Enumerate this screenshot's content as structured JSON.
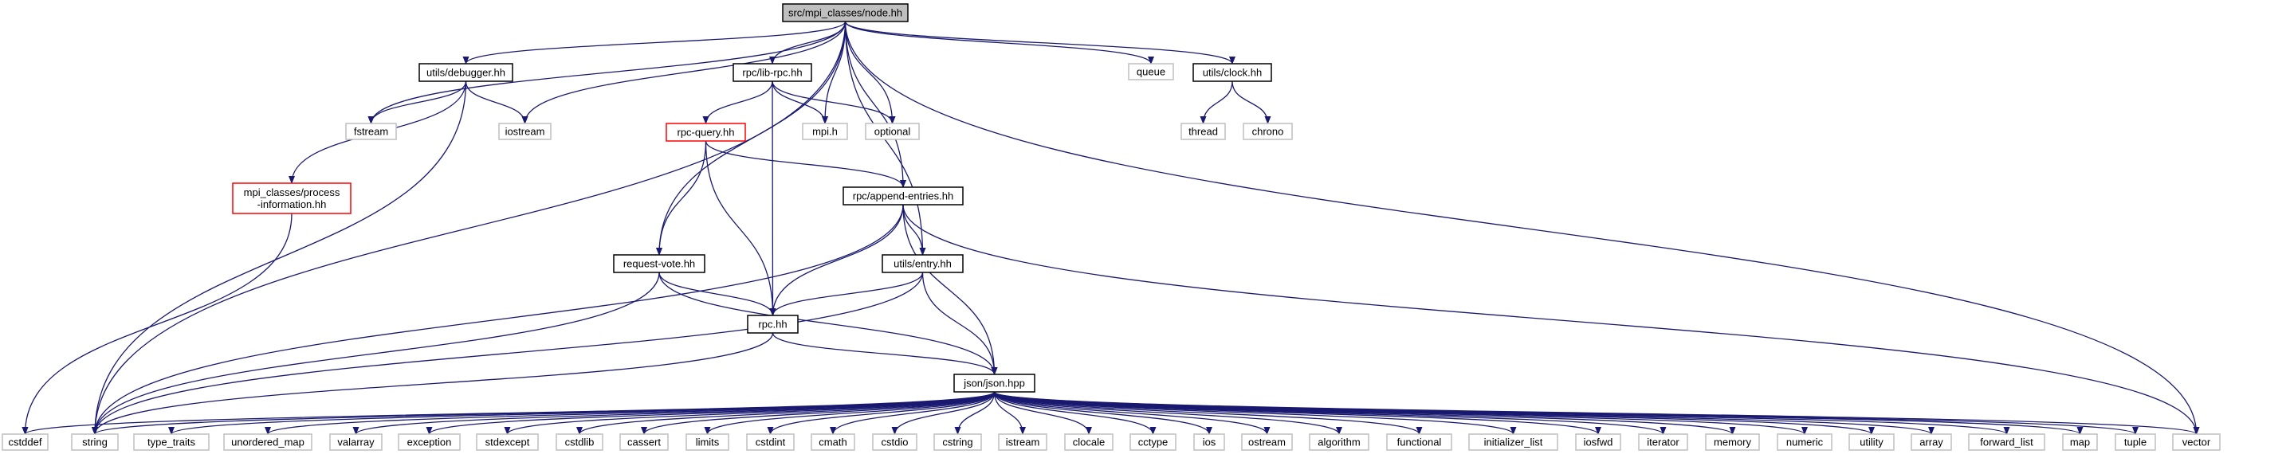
{
  "colors": {
    "edge": "#191970",
    "main_fill": "#bfbfbf",
    "main_stroke": "#000000",
    "normal_stroke": "#000000",
    "truncated_stroke": "#ff0000",
    "external_stroke": "#bfbfbf",
    "text": "#000000"
  },
  "nodes": [
    {
      "id": "node_hh",
      "lines": [
        "src/mpi_classes/node.hh"
      ],
      "kind": "main"
    },
    {
      "id": "fstream",
      "lines": [
        "fstream"
      ],
      "kind": "external"
    },
    {
      "id": "debugger",
      "lines": [
        "utils/debugger.hh"
      ],
      "kind": "normal"
    },
    {
      "id": "iostream",
      "lines": [
        "iostream"
      ],
      "kind": "external"
    },
    {
      "id": "lib_rpc",
      "lines": [
        "rpc/lib-rpc.hh"
      ],
      "kind": "normal"
    },
    {
      "id": "mpi_h",
      "lines": [
        "mpi.h"
      ],
      "kind": "external"
    },
    {
      "id": "optional",
      "lines": [
        "optional"
      ],
      "kind": "external"
    },
    {
      "id": "queue",
      "lines": [
        "queue"
      ],
      "kind": "external"
    },
    {
      "id": "clock",
      "lines": [
        "utils/clock.hh"
      ],
      "kind": "normal"
    },
    {
      "id": "thread",
      "lines": [
        "thread"
      ],
      "kind": "external"
    },
    {
      "id": "chrono",
      "lines": [
        "chrono"
      ],
      "kind": "external"
    },
    {
      "id": "rpc_query",
      "lines": [
        "rpc-query.hh"
      ],
      "kind": "truncated"
    },
    {
      "id": "process_info",
      "lines": [
        "mpi_classes/process",
        "-information.hh"
      ],
      "kind": "truncated"
    },
    {
      "id": "append_entries",
      "lines": [
        "rpc/append-entries.hh"
      ],
      "kind": "normal"
    },
    {
      "id": "request_vote",
      "lines": [
        "request-vote.hh"
      ],
      "kind": "normal"
    },
    {
      "id": "entry",
      "lines": [
        "utils/entry.hh"
      ],
      "kind": "normal"
    },
    {
      "id": "rpc_hh",
      "lines": [
        "rpc.hh"
      ],
      "kind": "normal"
    },
    {
      "id": "json",
      "lines": [
        "json/json.hpp"
      ],
      "kind": "normal"
    },
    {
      "id": "cstddef",
      "lines": [
        "cstddef"
      ],
      "kind": "external"
    },
    {
      "id": "string",
      "lines": [
        "string"
      ],
      "kind": "external"
    },
    {
      "id": "type_traits",
      "lines": [
        "type_traits"
      ],
      "kind": "external"
    },
    {
      "id": "unordered_map",
      "lines": [
        "unordered_map"
      ],
      "kind": "external"
    },
    {
      "id": "valarray",
      "lines": [
        "valarray"
      ],
      "kind": "external"
    },
    {
      "id": "exception",
      "lines": [
        "exception"
      ],
      "kind": "external"
    },
    {
      "id": "stdexcept",
      "lines": [
        "stdexcept"
      ],
      "kind": "external"
    },
    {
      "id": "cstdlib",
      "lines": [
        "cstdlib"
      ],
      "kind": "external"
    },
    {
      "id": "cassert",
      "lines": [
        "cassert"
      ],
      "kind": "external"
    },
    {
      "id": "limits",
      "lines": [
        "limits"
      ],
      "kind": "external"
    },
    {
      "id": "cstdint",
      "lines": [
        "cstdint"
      ],
      "kind": "external"
    },
    {
      "id": "cmath",
      "lines": [
        "cmath"
      ],
      "kind": "external"
    },
    {
      "id": "cstdio",
      "lines": [
        "cstdio"
      ],
      "kind": "external"
    },
    {
      "id": "cstring",
      "lines": [
        "cstring"
      ],
      "kind": "external"
    },
    {
      "id": "istream",
      "lines": [
        "istream"
      ],
      "kind": "external"
    },
    {
      "id": "clocale",
      "lines": [
        "clocale"
      ],
      "kind": "external"
    },
    {
      "id": "cctype",
      "lines": [
        "cctype"
      ],
      "kind": "external"
    },
    {
      "id": "ios",
      "lines": [
        "ios"
      ],
      "kind": "external"
    },
    {
      "id": "ostream",
      "lines": [
        "ostream"
      ],
      "kind": "external"
    },
    {
      "id": "algorithm",
      "lines": [
        "algorithm"
      ],
      "kind": "external"
    },
    {
      "id": "functional",
      "lines": [
        "functional"
      ],
      "kind": "external"
    },
    {
      "id": "initializer_list",
      "lines": [
        "initializer_list"
      ],
      "kind": "external"
    },
    {
      "id": "iosfwd",
      "lines": [
        "iosfwd"
      ],
      "kind": "external"
    },
    {
      "id": "iterator",
      "lines": [
        "iterator"
      ],
      "kind": "external"
    },
    {
      "id": "memory",
      "lines": [
        "memory"
      ],
      "kind": "external"
    },
    {
      "id": "numeric",
      "lines": [
        "numeric"
      ],
      "kind": "external"
    },
    {
      "id": "utility",
      "lines": [
        "utility"
      ],
      "kind": "external"
    },
    {
      "id": "array",
      "lines": [
        "array"
      ],
      "kind": "external"
    },
    {
      "id": "forward_list",
      "lines": [
        "forward_list"
      ],
      "kind": "external"
    },
    {
      "id": "map",
      "lines": [
        "map"
      ],
      "kind": "external"
    },
    {
      "id": "tuple",
      "lines": [
        "tuple"
      ],
      "kind": "external"
    },
    {
      "id": "vector",
      "lines": [
        "vector"
      ],
      "kind": "external"
    }
  ],
  "edges": [
    [
      "node_hh",
      "fstream"
    ],
    [
      "node_hh",
      "debugger"
    ],
    [
      "node_hh",
      "iostream"
    ],
    [
      "node_hh",
      "lib_rpc"
    ],
    [
      "node_hh",
      "mpi_h"
    ],
    [
      "node_hh",
      "optional"
    ],
    [
      "node_hh",
      "queue"
    ],
    [
      "node_hh",
      "clock"
    ],
    [
      "node_hh",
      "append_entries"
    ],
    [
      "node_hh",
      "request_vote"
    ],
    [
      "node_hh",
      "entry"
    ],
    [
      "node_hh",
      "string"
    ],
    [
      "node_hh",
      "vector"
    ],
    [
      "debugger",
      "fstream"
    ],
    [
      "debugger",
      "iostream"
    ],
    [
      "debugger",
      "process_info"
    ],
    [
      "debugger",
      "string"
    ],
    [
      "clock",
      "thread"
    ],
    [
      "clock",
      "chrono"
    ],
    [
      "lib_rpc",
      "rpc_query"
    ],
    [
      "lib_rpc",
      "mpi_h"
    ],
    [
      "lib_rpc",
      "optional"
    ],
    [
      "lib_rpc",
      "rpc_hh"
    ],
    [
      "rpc_query",
      "append_entries"
    ],
    [
      "rpc_query",
      "request_vote"
    ],
    [
      "rpc_query",
      "rpc_hh"
    ],
    [
      "process_info",
      "cstddef"
    ],
    [
      "append_entries",
      "rpc_hh"
    ],
    [
      "append_entries",
      "entry"
    ],
    [
      "append_entries",
      "json"
    ],
    [
      "append_entries",
      "string"
    ],
    [
      "append_entries",
      "vector"
    ],
    [
      "request_vote",
      "rpc_hh"
    ],
    [
      "request_vote",
      "json"
    ],
    [
      "request_vote",
      "string"
    ],
    [
      "entry",
      "rpc_hh"
    ],
    [
      "entry",
      "json"
    ],
    [
      "entry",
      "string"
    ],
    [
      "rpc_hh",
      "json"
    ],
    [
      "rpc_hh",
      "string"
    ],
    [
      "json",
      "cstddef"
    ],
    [
      "json",
      "string"
    ],
    [
      "json",
      "type_traits"
    ],
    [
      "json",
      "unordered_map"
    ],
    [
      "json",
      "valarray"
    ],
    [
      "json",
      "exception"
    ],
    [
      "json",
      "stdexcept"
    ],
    [
      "json",
      "cstdlib"
    ],
    [
      "json",
      "cassert"
    ],
    [
      "json",
      "limits"
    ],
    [
      "json",
      "cstdint"
    ],
    [
      "json",
      "cmath"
    ],
    [
      "json",
      "cstdio"
    ],
    [
      "json",
      "cstring"
    ],
    [
      "json",
      "istream"
    ],
    [
      "json",
      "clocale"
    ],
    [
      "json",
      "cctype"
    ],
    [
      "json",
      "ios"
    ],
    [
      "json",
      "ostream"
    ],
    [
      "json",
      "algorithm"
    ],
    [
      "json",
      "functional"
    ],
    [
      "json",
      "initializer_list"
    ],
    [
      "json",
      "iosfwd"
    ],
    [
      "json",
      "iterator"
    ],
    [
      "json",
      "memory"
    ],
    [
      "json",
      "numeric"
    ],
    [
      "json",
      "utility"
    ],
    [
      "json",
      "array"
    ],
    [
      "json",
      "forward_list"
    ],
    [
      "json",
      "map"
    ],
    [
      "json",
      "tuple"
    ],
    [
      "json",
      "vector"
    ]
  ]
}
